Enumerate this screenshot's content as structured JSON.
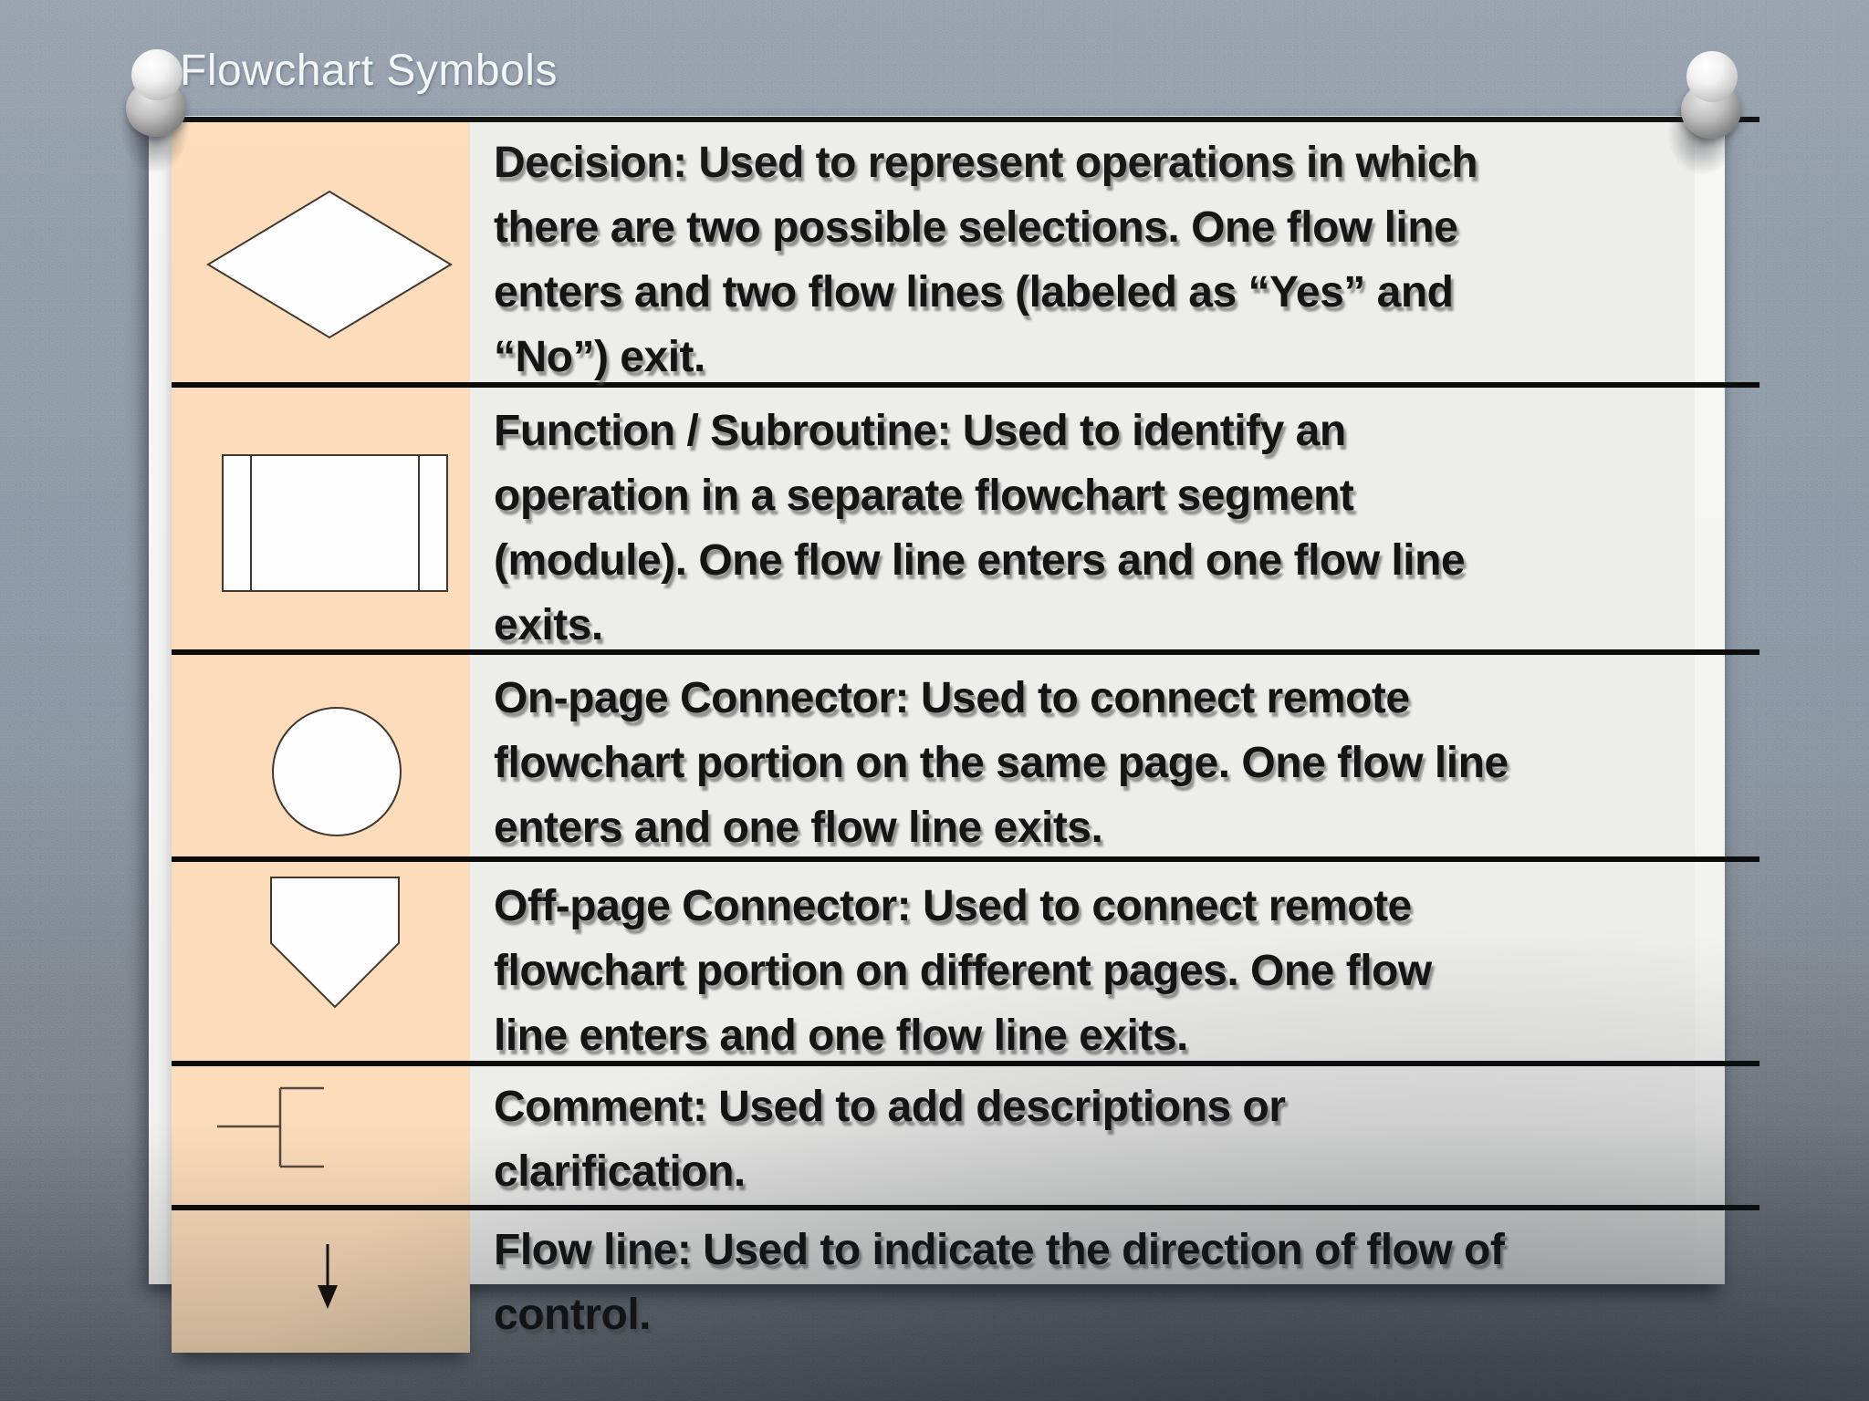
{
  "slide": {
    "title": "Flowchart Symbols"
  },
  "table": {
    "rows": [
      {
        "symbol": "decision-diamond-icon",
        "term": "Decision",
        "desc_lines": [
          "Decision: Used to represent operations in which",
          "there are two possible selections. One flow line",
          "enters and two flow lines (labeled as “Yes” and",
          "“No”) exit."
        ]
      },
      {
        "symbol": "subroutine-rectangle-icon",
        "term": "Function / Subroutine",
        "desc_lines": [
          "Function / Subroutine: Used to identify an",
          "operation in a separate flowchart segment",
          "(module). One flow line enters and one flow line",
          "exits."
        ]
      },
      {
        "symbol": "on-page-connector-circle-icon",
        "term": "On-page Connector",
        "desc_lines": [
          "On-page Connector: Used to connect remote",
          "flowchart portion on the same page. One flow line",
          "enters and one flow line exits."
        ]
      },
      {
        "symbol": "off-page-connector-pentagon-icon",
        "term": "Off-page Connector",
        "desc_lines": [
          "Off-page Connector: Used to connect remote",
          "flowchart portion on different pages.  One flow",
          "line enters and one flow line exits."
        ]
      },
      {
        "symbol": "comment-bracket-icon",
        "term": "Comment",
        "desc_lines": [
          "Comment: Used to add descriptions or",
          "clarification."
        ]
      },
      {
        "symbol": "flow-line-arrow-icon",
        "term": "Flow line",
        "desc_lines": [
          "Flow line: Used to indicate the direction of flow of",
          "control."
        ]
      }
    ]
  },
  "colors": {
    "background": "#8d99a7",
    "paper": "#f5f5f3",
    "symbol_column": "#fcdcba",
    "text_column": "#ededeb",
    "border_line": "#0c0c0c",
    "body_text": "#141414",
    "title_text": "#f2f6f9",
    "shape_fill": "#fefefe",
    "shape_stroke": "#41382f"
  }
}
